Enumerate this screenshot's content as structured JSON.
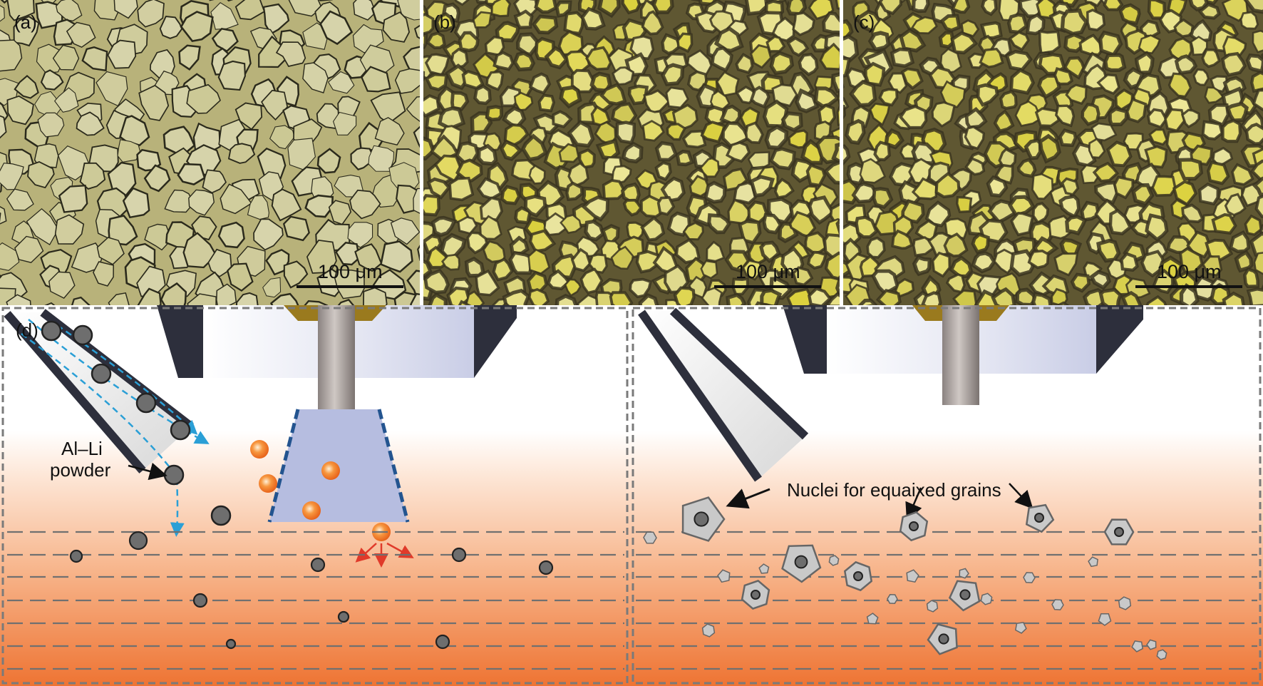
{
  "panels": [
    {
      "label": "(a)",
      "scalebar": "100 μm",
      "color_base": "#b9b37a",
      "tone": "light"
    },
    {
      "label": "(b)",
      "scalebar": "100 μm",
      "color_base": "#e6df86",
      "tone": "dark"
    },
    {
      "label": "(c)",
      "scalebar": "100 μm",
      "color_base": "#d8cd80",
      "tone": "dark"
    }
  ],
  "schematic_left": {
    "label": "(d)",
    "powder_label_line1": "Al–Li",
    "powder_label_line2": "powder"
  },
  "schematic_right": {
    "annotation": "Nuclei for equaixed grains"
  },
  "colors": {
    "particle_dark": "#6e6e6e",
    "particle_orange": "#f07c2a",
    "melt_gradient_top": "#ffffff",
    "melt_gradient_bottom": "#ef7a3a",
    "tool_blue": "#b9bfdf",
    "dashed_border": "#7a7a7a",
    "flow_arrow": "#2a9fd6",
    "burst_arrow": "#e03a2a"
  }
}
